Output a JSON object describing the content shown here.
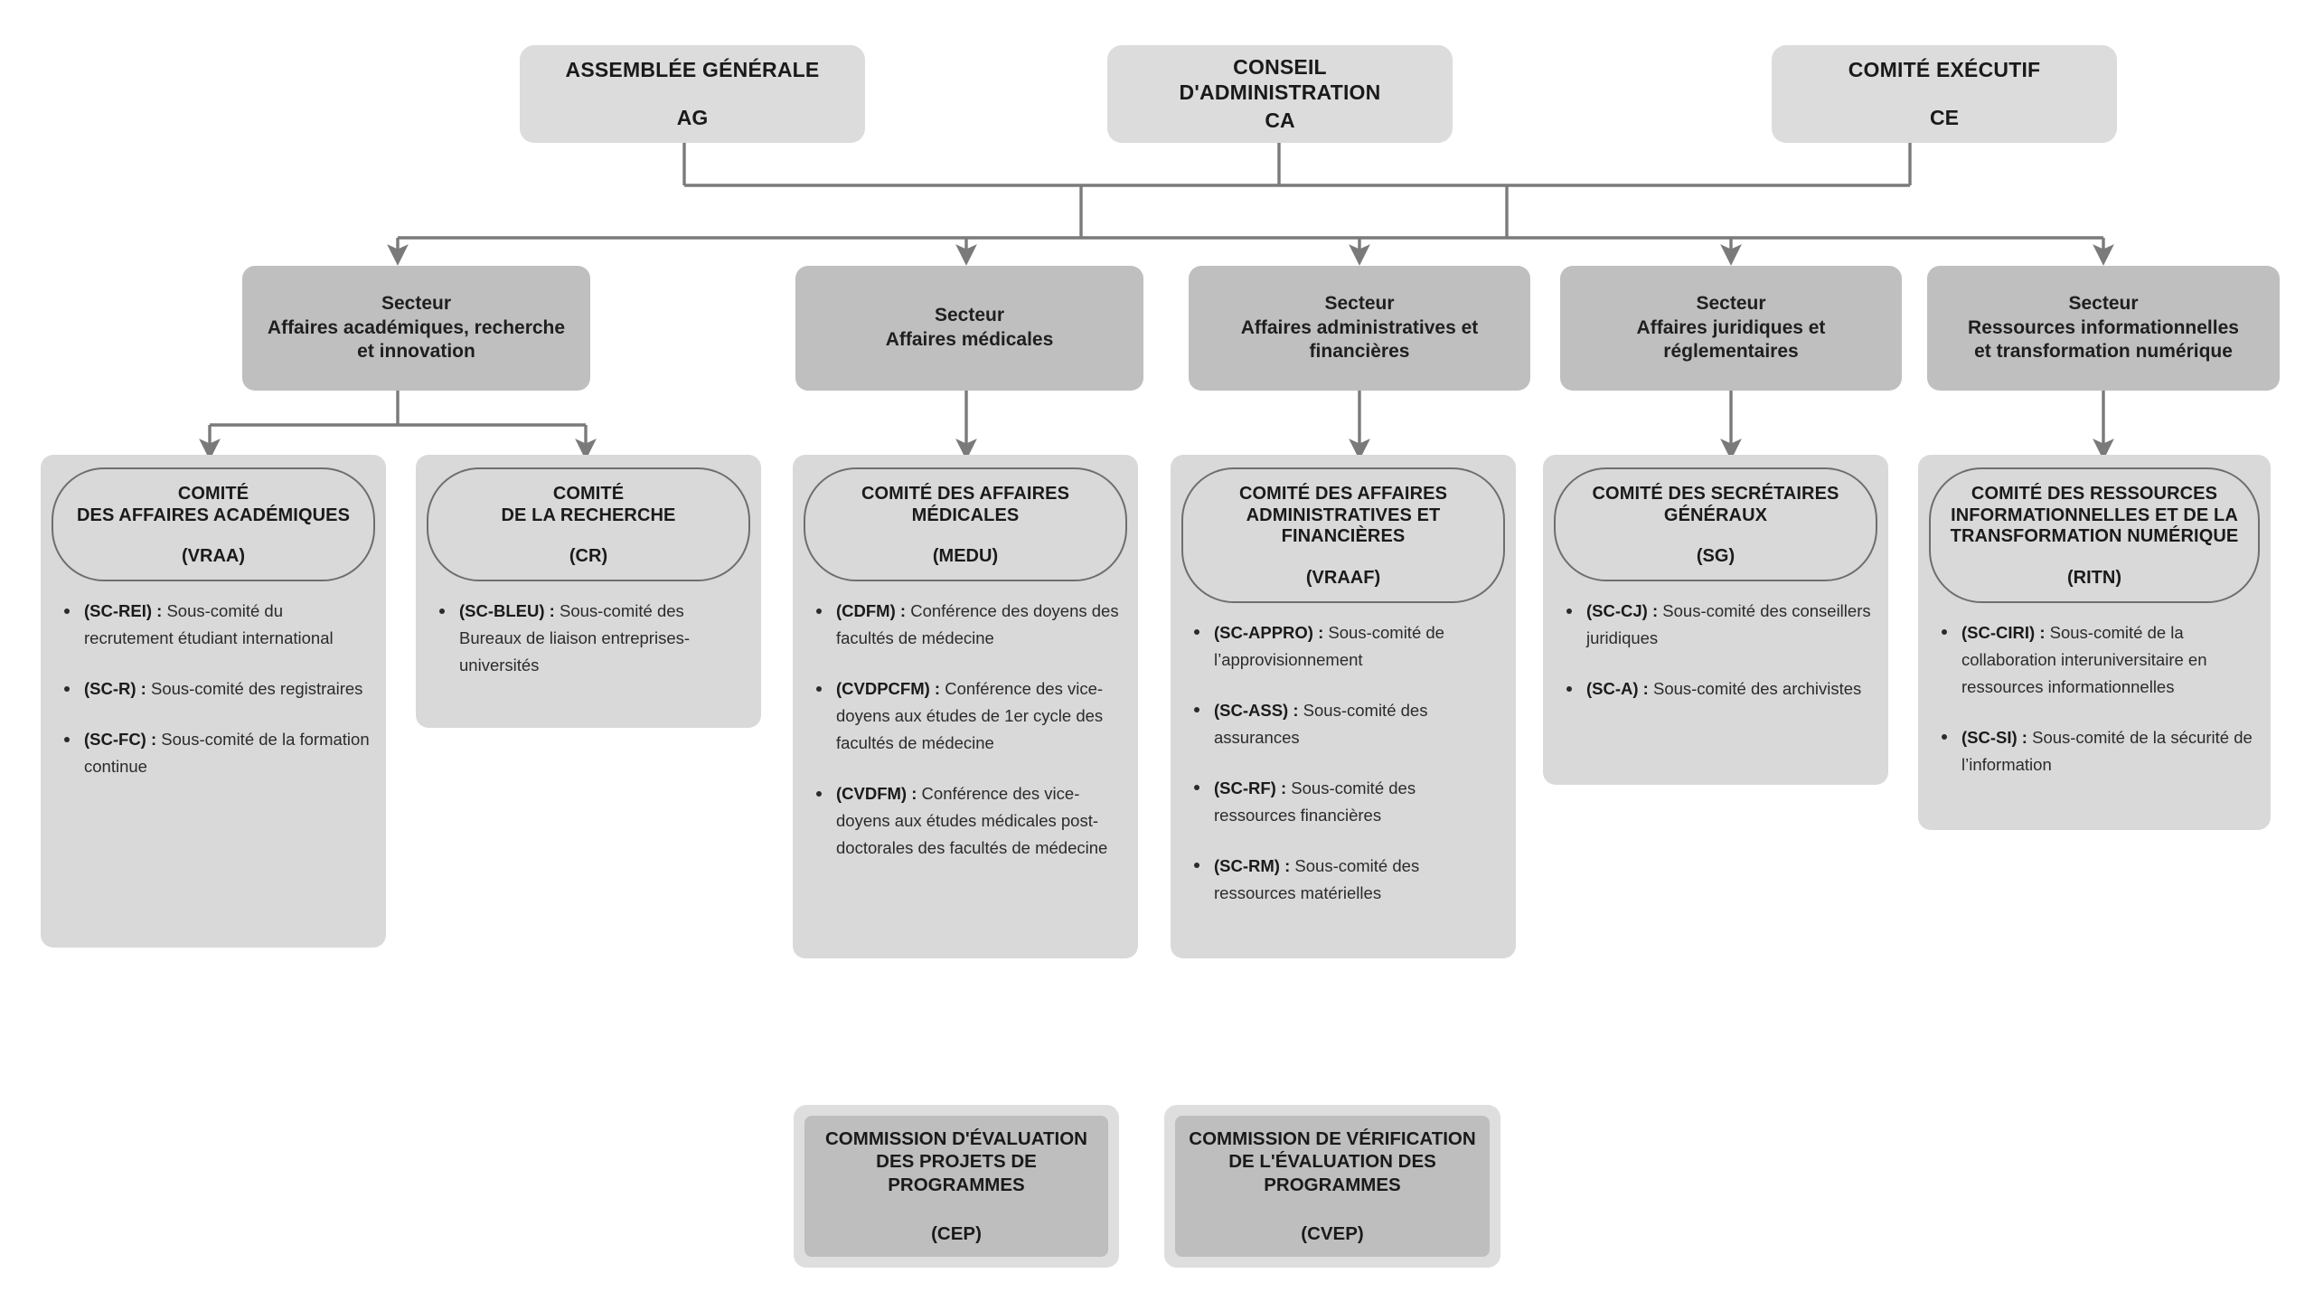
{
  "diagram": {
    "line_color": "#7a7a7a",
    "top_box_color": "#dcdcdc",
    "sector_box_color": "#bfbfbf",
    "committee_box_color": "#d9d9d9",
    "commission_outer_color": "#dedede",
    "commission_inner_color": "#bebebe"
  },
  "governance": [
    {
      "title": "ASSEMBLÉE GÉNÉRALE",
      "acronym": "AG"
    },
    {
      "title": "CONSEIL\nD'ADMINISTRATION",
      "title_line1": "CONSEIL",
      "title_line2": "D'ADMINISTRATION",
      "acronym": "CA"
    },
    {
      "title": "COMITÉ EXÉCUTIF",
      "acronym": "CE"
    }
  ],
  "sectors": [
    {
      "kicker": "Secteur",
      "name_line1": "Affaires académiques, recherche",
      "name_line2": "et innovation"
    },
    {
      "kicker": "Secteur",
      "name_line1": "Affaires médicales",
      "name_line2": ""
    },
    {
      "kicker": "Secteur",
      "name_line1": "Affaires administratives et",
      "name_line2": "financières"
    },
    {
      "kicker": "Secteur",
      "name_line1": "Affaires juridiques et",
      "name_line2": "réglementaires"
    },
    {
      "kicker": "Secteur",
      "name_line1": "Ressources informationnelles",
      "name_line2": "et transformation numérique"
    }
  ],
  "committees": [
    {
      "title_line1": "COMITÉ",
      "title_line2": "DES AFFAIRES ACADÉMIQUES",
      "title_line3": "",
      "acronym": "(VRAA)",
      "subcommittees": [
        {
          "code": "(SC-REI) :",
          "text": " Sous-comité du recrutement étudiant international"
        },
        {
          "code": "(SC-R) :",
          "text": " Sous-comité des registraires"
        },
        {
          "code": "(SC-FC) :",
          "text": " Sous-comité de la formation continue"
        }
      ]
    },
    {
      "title_line1": "COMITÉ",
      "title_line2": "DE LA RECHERCHE",
      "title_line3": "",
      "acronym": "(CR)",
      "subcommittees": [
        {
          "code": "(SC-BLEU) :",
          "text": " Sous-comité des Bureaux de liaison entreprises-universités"
        }
      ]
    },
    {
      "title_line1": "COMITÉ DES AFFAIRES",
      "title_line2": "MÉDICALES",
      "title_line3": "",
      "acronym": "(MEDU)",
      "subcommittees": [
        {
          "code": "(CDFM) :",
          "text": " Conférence des doyens des facultés de médecine"
        },
        {
          "code": "(CVDPCFM) :",
          "text": " Conférence des vice-doyens aux études de 1er cycle des facultés de médecine"
        },
        {
          "code": "(CVDFM)  :",
          "text": " Conférence des vice-doyens aux études médicales post-doctorales des facultés de médecine"
        }
      ]
    },
    {
      "title_line1": "COMITÉ DES AFFAIRES",
      "title_line2": "ADMINISTRATIVES ET",
      "title_line3": "FINANCIÈRES",
      "acronym": "(VRAAF)",
      "subcommittees": [
        {
          "code": "(SC-APPRO) :",
          "text": " Sous-comité de l’approvisionnement"
        },
        {
          "code": "(SC-ASS) :",
          "text": " Sous-comité des assurances"
        },
        {
          "code": "(SC-RF)  :",
          "text": " Sous-comité des ressources financières"
        },
        {
          "code": "(SC-RM) :",
          "text": " Sous-comité des ressources matérielles"
        }
      ]
    },
    {
      "title_line1": "COMITÉ DES SECRÉTAIRES",
      "title_line2": "GÉNÉRAUX",
      "title_line3": "",
      "acronym": "(SG)",
      "subcommittees": [
        {
          "code": "(SC-CJ) :",
          "text": " Sous-comité des conseillers juridiques"
        },
        {
          "code": "(SC-A) :",
          "text": " Sous-comité des archivistes"
        }
      ]
    },
    {
      "title_line1": "COMITÉ DES RESSOURCES",
      "title_line2": "INFORMATIONNELLES ET DE LA",
      "title_line3": "TRANSFORMATION NUMÉRIQUE",
      "acronym": "(RITN)",
      "subcommittees": [
        {
          "code": "(SC-CIRI) :",
          "text": " Sous-comité de la collaboration interuniversitaire en ressources informationnelles"
        },
        {
          "code": "(SC-SI) :",
          "text": " Sous-comité de la sécurité de l’information"
        }
      ]
    }
  ],
  "commissions": [
    {
      "title_line1": "COMMISSION D'ÉVALUATION",
      "title_line2": "DES PROJETS DE PROGRAMMES",
      "title_line3": "",
      "acronym": "(CEP)"
    },
    {
      "title_line1": "COMMISSION DE VÉRIFICATION",
      "title_line2": "DE L'ÉVALUATION DES",
      "title_line3": "PROGRAMMES",
      "acronym": "(CVEP)"
    }
  ]
}
